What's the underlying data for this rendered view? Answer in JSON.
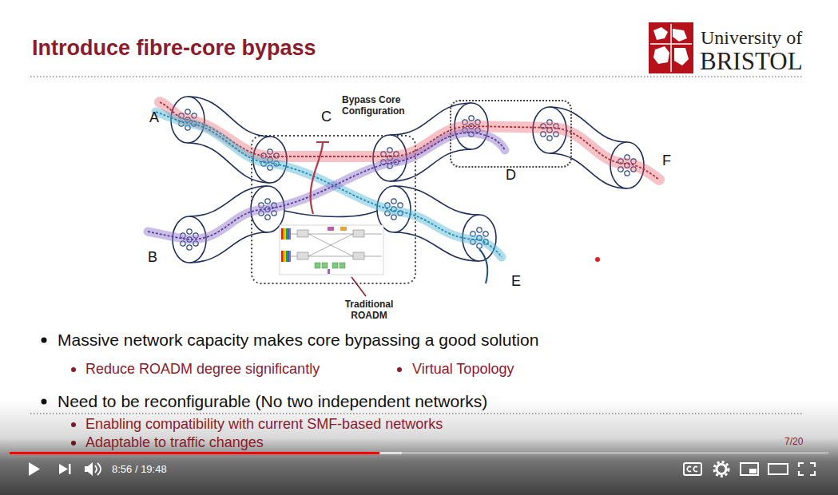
{
  "diagram": {
    "title": "Introduce fibre-core bypass",
    "nodes": [
      {
        "text": [
          "D"
        ]
      }
    ],
    "labels": [
      "University of",
      "BRISTOL",
      "A",
      "Bypass Core Configuration",
      "C",
      "F",
      "B",
      "E",
      "Traditional ROADM",
      "Massive network capacity makes core bypassing a good solution",
      "Reduce ROADM degree significantly",
      "Virtual Topology",
      "Need to be reconfigurable (No two independent networks)",
      "Enabling compatibility with current SMF-based networks",
      "Adaptable to traffic changes",
      "7/20",
      "8:56 / 19:48"
    ]
  }
}
